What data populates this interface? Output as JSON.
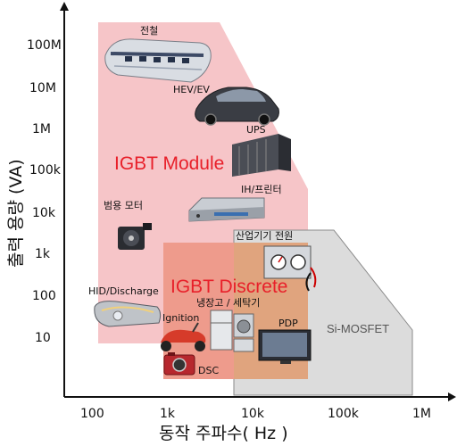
{
  "axes": {
    "x_title": "동작 주파수( Hz )",
    "y_title": "출력 용량 (VA)",
    "x_ticks": [
      "100",
      "1k",
      "10k",
      "100k",
      "1M"
    ],
    "y_ticks": [
      "100M",
      "10M",
      "1M",
      "100k",
      "10k",
      "1k",
      "100",
      "10"
    ]
  },
  "regions": {
    "igbt_module": "IGBT Module",
    "igbt_discrete": "IGBT Discrete",
    "si_mosfet": "Si-MOSFET"
  },
  "applications": {
    "train": "전철",
    "hev": "HEV/EV",
    "ups": "UPS",
    "ih_printer": "IH/프린터",
    "motor": "범용 모터",
    "industrial_power": "산업기기 전원",
    "hid": "HID/Discharge",
    "fridge_washer": "냉장고 / 세탁기",
    "ignition": "Ignition",
    "pdp": "PDP",
    "dsc": "DSC"
  },
  "colors": {
    "module_fill": "#f6c5c8",
    "discrete_fill": "#ee9b8c",
    "mosfet_fill": "#dcdcdc",
    "overlap_fill": "#e0a47e",
    "label_red": "#e8202a"
  }
}
